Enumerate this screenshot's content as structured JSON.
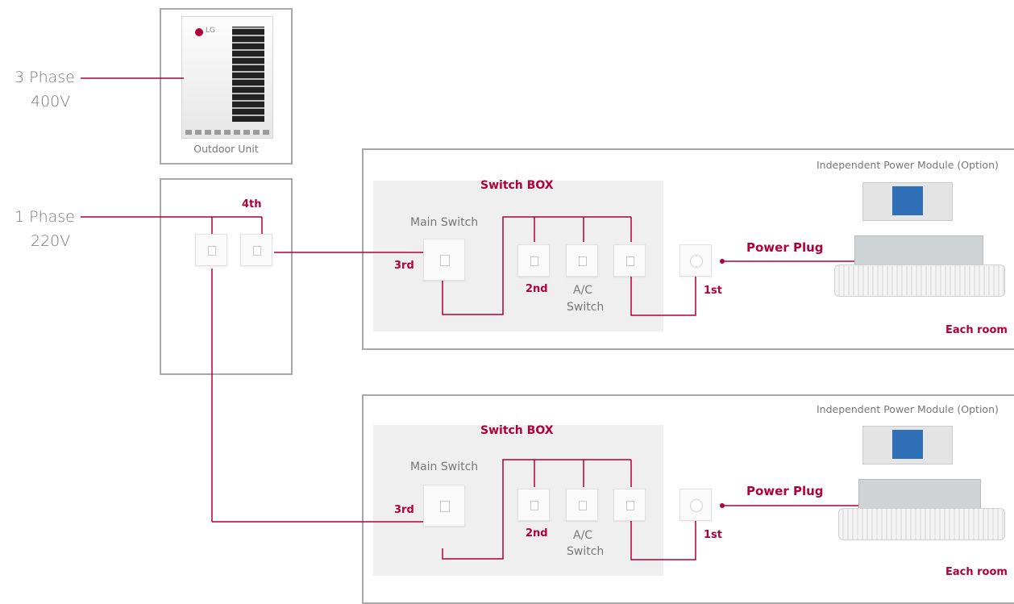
{
  "power_sources": {
    "three_phase": "3 Phase",
    "three_phase_voltage": "400V",
    "single_phase": "1 Phase",
    "single_phase_voltage": "220V"
  },
  "outdoor_unit": {
    "label": "Outdoor Unit",
    "brand": "LG"
  },
  "breaker_box": {
    "step_label": "4th"
  },
  "rooms": [
    {
      "switch_box_title": "Switch BOX",
      "main_switch_label": "Main Switch",
      "step_3": "3rd",
      "step_2": "2nd",
      "ac_switch_line1": "A/C",
      "ac_switch_line2": "Switch",
      "step_1": "1st",
      "power_plug_label": "Power Plug",
      "module_label": "Independent Power Module (Option)",
      "room_label": "Each room"
    },
    {
      "switch_box_title": "Switch BOX",
      "main_switch_label": "Main Switch",
      "step_3": "3rd",
      "step_2": "2nd",
      "ac_switch_line1": "A/C",
      "ac_switch_line2": "Switch",
      "step_1": "1st",
      "power_plug_label": "Power Plug",
      "module_label": "Independent Power Module (Option)",
      "room_label": "Each room"
    }
  ],
  "colors": {
    "wire": "#b0003a",
    "border": "#a8a8a8",
    "panel": "#efefef",
    "text": "#777777"
  }
}
